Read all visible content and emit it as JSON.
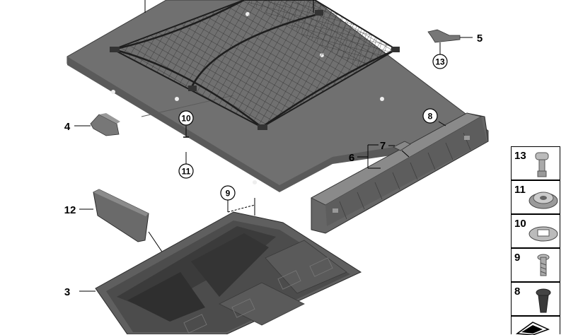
{
  "callouts": {
    "c1": "4",
    "c2": "5",
    "c3": "13",
    "c4": "10",
    "c5": "11",
    "c6": "8",
    "c7": "7",
    "c8": "6",
    "c9": "9",
    "c10": "12",
    "c11": "3"
  },
  "side_panel": {
    "items": [
      "13",
      "11",
      "10",
      "9",
      "8"
    ]
  },
  "colors": {
    "panel_fill": "#6f6f6f",
    "panel_dark": "#555555",
    "panel_light": "#8a8a8a",
    "net": "#222222"
  }
}
